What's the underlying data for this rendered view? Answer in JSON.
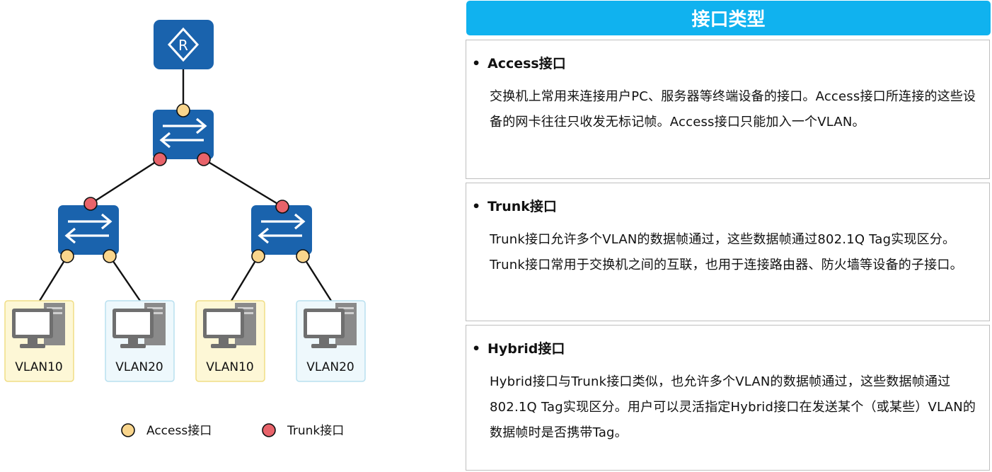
{
  "header": {
    "title": "接口类型"
  },
  "cards": [
    {
      "title": "Access接口",
      "body": "交换机上常用来连接用户PC、服务器等终端设备的接口。Access接口所连接的这些设备的网卡往往只收发无标记帧。Access接口只能加入一个VLAN。"
    },
    {
      "title": "Trunk接口",
      "body": "Trunk接口允许多个VLAN的数据帧通过，这些数据帧通过802.1Q Tag实现区分。Trunk接口常用于交换机之间的互联，也用于连接路由器、防火墙等设备的子接口。"
    },
    {
      "title": "Hybrid接口",
      "body": "Hybrid接口与Trunk接口类似，也允许多个VLAN的数据帧通过，这些数据帧通过802.1Q Tag实现区分。用户可以灵活指定Hybrid接口在发送某个（或某些）VLAN的数据帧时是否携带Tag。"
    }
  ],
  "diagram": {
    "router_symbol": "R",
    "router_icon": "router-icon",
    "switch_icon": "switch-icon",
    "pc_icon": "pc-icon",
    "pcs": [
      {
        "label": "VLAN10",
        "type": "vlan10"
      },
      {
        "label": "VLAN20",
        "type": "vlan20"
      },
      {
        "label": "VLAN10",
        "type": "vlan10"
      },
      {
        "label": "VLAN20",
        "type": "vlan20"
      }
    ]
  },
  "legend": [
    {
      "label": "Access接口",
      "color": "#f9d58c"
    },
    {
      "label": "Trunk接口",
      "color": "#e8636a"
    }
  ],
  "colors": {
    "device_blue": "#1a63ad",
    "header_blue": "#10b2ef",
    "access_port": "#f9d58c",
    "trunk_port": "#e8636a",
    "vlan10_fill": "#fdf7d6",
    "vlan10_border": "#f0dd85",
    "vlan20_fill": "#eef8fc",
    "vlan20_border": "#b9e0ef"
  }
}
